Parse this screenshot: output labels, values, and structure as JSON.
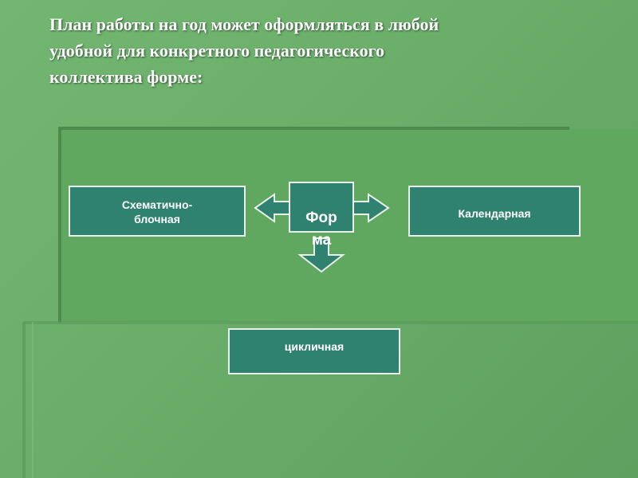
{
  "slide": {
    "title": "План работы на год может оформляться в любой\nудобной для конкретного педагогического\nколлектива форме:"
  },
  "diagram": {
    "center": "Фор\nма",
    "left": "Схематично-\nблочная",
    "right": "Календарная",
    "bottom": "цикличная"
  },
  "colors": {
    "background": "#6aae6a",
    "box_fill": "#2f8270",
    "box_border": "#e9efe9",
    "text": "#ffffff"
  }
}
